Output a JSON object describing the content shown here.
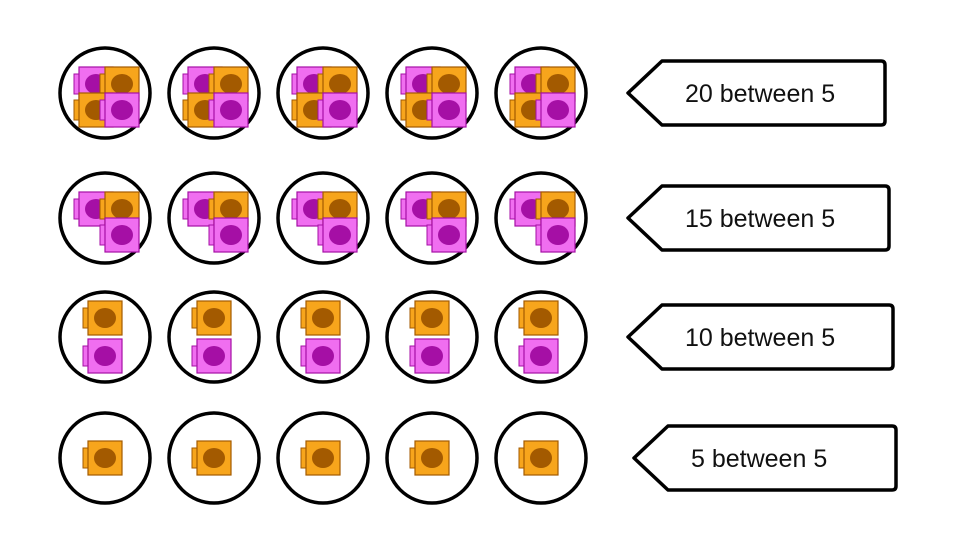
{
  "colors": {
    "pink": "#f06ef0",
    "pink_dot": "#a50fa5",
    "orange": "#f7a51c",
    "orange_dot": "#a35a00",
    "outline": "#000000"
  },
  "rows": [
    {
      "label": "20 between 5",
      "group_count": 5,
      "cubes_per_group": 4,
      "pattern": [
        "pink",
        "orange",
        "orange",
        "pink"
      ]
    },
    {
      "label": "15 between 5",
      "group_count": 5,
      "cubes_per_group": 3,
      "pattern": [
        "pink",
        "orange",
        "pink"
      ]
    },
    {
      "label": "10 between 5",
      "group_count": 5,
      "cubes_per_group": 2,
      "pattern": [
        "orange",
        "pink"
      ]
    },
    {
      "label": "5 between 5",
      "group_count": 5,
      "cubes_per_group": 1,
      "pattern": [
        "orange"
      ]
    }
  ]
}
